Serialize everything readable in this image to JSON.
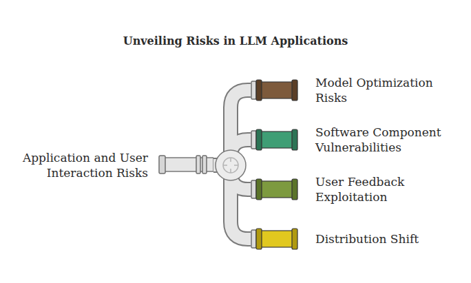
{
  "diagram": {
    "title": "Unveiling Risks in LLM Applications",
    "nodes": [
      {
        "text": [
          "Application and User Interaction Risks"
        ]
      },
      {
        "text": [
          "Model Optimization Risks"
        ]
      },
      {
        "text": [
          "Software Component Vulnerabilities"
        ]
      },
      {
        "text": [
          "User Feedback Exploitation"
        ]
      },
      {
        "text": [
          "Distribution Shift"
        ]
      }
    ],
    "edges": [
      {
        "from": 0,
        "to": 1,
        "arrow": "none"
      },
      {
        "from": 0,
        "to": 2,
        "arrow": "none"
      },
      {
        "from": 0,
        "to": 3,
        "arrow": "none"
      },
      {
        "from": 0,
        "to": 4,
        "arrow": "none"
      }
    ]
  }
}
